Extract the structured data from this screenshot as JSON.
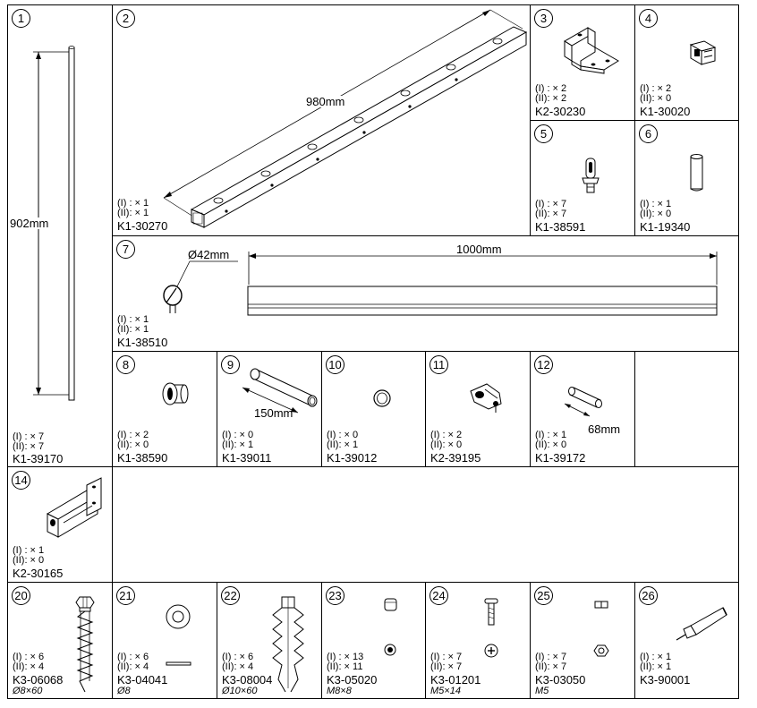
{
  "parts": [
    {
      "id": "1",
      "num": "1",
      "qty1": "(I) : × 7",
      "qty2": "(II): × 7",
      "code": "K1-39170",
      "dim": "902mm"
    },
    {
      "id": "2",
      "num": "2",
      "qty1": "(I) : × 1",
      "qty2": "(II): × 1",
      "code": "K1-30270",
      "dim": "980mm"
    },
    {
      "id": "3",
      "num": "3",
      "qty1": "(I) : × 2",
      "qty2": "(II): × 2",
      "code": "K2-30230"
    },
    {
      "id": "4",
      "num": "4",
      "qty1": "(I) : × 2",
      "qty2": "(II): × 0",
      "code": "K1-30020"
    },
    {
      "id": "5",
      "num": "5",
      "qty1": "(I) : × 7",
      "qty2": "(II): × 7",
      "code": "K1-38591"
    },
    {
      "id": "6",
      "num": "6",
      "qty1": "(I) : × 1",
      "qty2": "(II): × 0",
      "code": "K1-19340"
    },
    {
      "id": "7",
      "num": "7",
      "qty1": "(I) : × 1",
      "qty2": "(II): × 1",
      "code": "K1-38510",
      "dim": "Ø42mm",
      "dim2": "1000mm"
    },
    {
      "id": "8",
      "num": "8",
      "qty1": "(I) : × 2",
      "qty2": "(II): × 0",
      "code": "K1-38590"
    },
    {
      "id": "9",
      "num": "9",
      "qty1": "(I) : × 0",
      "qty2": "(II): × 1",
      "code": "K1-39011",
      "dim": "150mm"
    },
    {
      "id": "10",
      "num": "10",
      "qty1": "(I) : × 0",
      "qty2": "(II): × 1",
      "code": "K1-39012"
    },
    {
      "id": "11",
      "num": "11",
      "qty1": "(I) : × 2",
      "qty2": "(II): × 0",
      "code": "K2-39195"
    },
    {
      "id": "12",
      "num": "12",
      "qty1": "(I) : × 1",
      "qty2": "(II): × 0",
      "code": "K1-39172",
      "dim": "68mm"
    },
    {
      "id": "14",
      "num": "14",
      "qty1": "(I) : × 1",
      "qty2": "(II): × 0",
      "code": "K2-30165"
    },
    {
      "id": "20",
      "num": "20",
      "qty1": "(I) : × 6",
      "qty2": "(II): × 4",
      "code": "K3-06068",
      "spec": "Ø8×60"
    },
    {
      "id": "21",
      "num": "21",
      "qty1": "(I) : × 6",
      "qty2": "(II): × 4",
      "code": "K3-04041",
      "spec": "Ø8"
    },
    {
      "id": "22",
      "num": "22",
      "qty1": "(I) : × 6",
      "qty2": "(II): × 4",
      "code": "K3-08004",
      "spec": "Ø10×60"
    },
    {
      "id": "23",
      "num": "23",
      "qty1": "(I) : × 13",
      "qty2": "(II): × 11",
      "code": "K3-05020",
      "spec": "M8×8"
    },
    {
      "id": "24",
      "num": "24",
      "qty1": "(I) : × 7",
      "qty2": "(II): × 7",
      "code": "K3-01201",
      "spec": "M5×14"
    },
    {
      "id": "25",
      "num": "25",
      "qty1": "(I) : × 7",
      "qty2": "(II): × 7",
      "code": "K3-03050",
      "spec": "M5"
    },
    {
      "id": "26",
      "num": "26",
      "qty1": "(I) : × 1",
      "qty2": "(II): × 1",
      "code": "K3-90001"
    }
  ]
}
